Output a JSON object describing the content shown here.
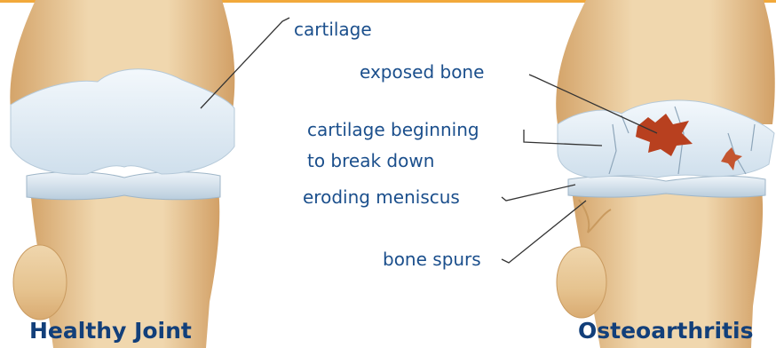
{
  "colors": {
    "accent_bar": "#f2a93b",
    "label_text": "#1b4f8c",
    "caption_text": "#123f7a",
    "bone": "#e8c998",
    "bone_shadow": "#c99a5f",
    "cartilage": "#e4eef7",
    "meniscus": "#dbe6ee",
    "exposed_bone": "#b8401f"
  },
  "labels": {
    "cartilage": "cartilage",
    "exposed_bone": "exposed bone",
    "cartilage_breaking_line1": "cartilage beginning",
    "cartilage_breaking_line2": "to break down",
    "eroding_meniscus": "eroding meniscus",
    "bone_spurs": "bone spurs"
  },
  "captions": {
    "healthy": "Healthy Joint",
    "osteoarthritis": "Osteoarthritis"
  }
}
